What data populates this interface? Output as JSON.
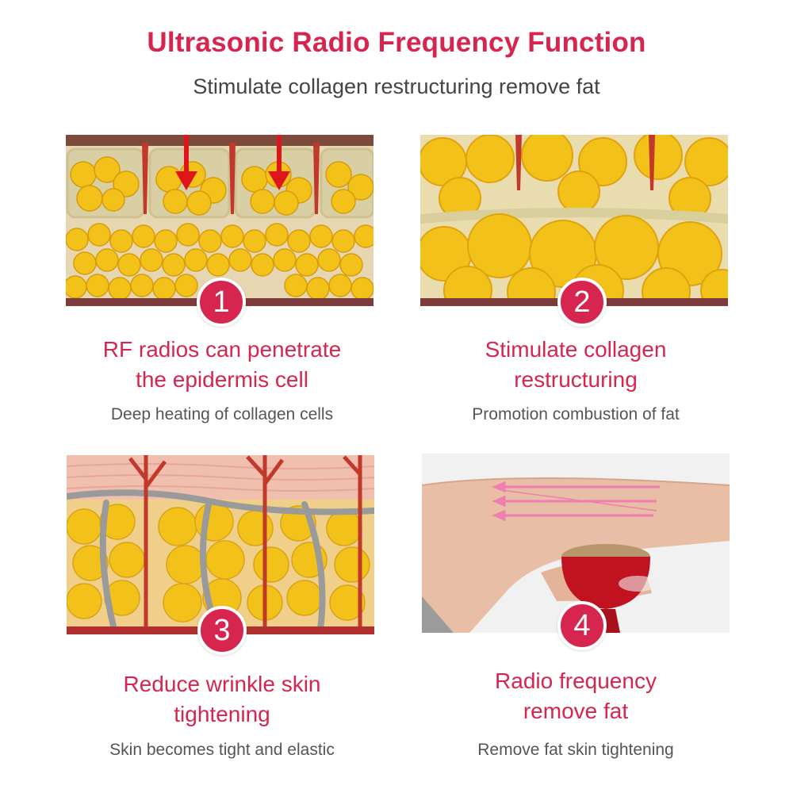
{
  "header": {
    "title": "Ultrasonic Radio Frequency Function",
    "subtitle": "Stimulate collagen restructuring remove fat"
  },
  "panels": [
    {
      "number": "1",
      "headline_line1": "RF radios can penetrate",
      "headline_line2": "the epidermis cell",
      "description": "Deep heating of collagen cells",
      "illustration": "fat-cells-with-arrows"
    },
    {
      "number": "2",
      "headline_line1": "Stimulate collagen",
      "headline_line2": "restructuring",
      "description": "Promotion combustion of fat",
      "illustration": "enlarged-fat-cells"
    },
    {
      "number": "3",
      "headline_line1": "Reduce wrinkle skin",
      "headline_line2": "tightening",
      "description": "Skin becomes tight and elastic",
      "illustration": "skin-layer-cross-section"
    },
    {
      "number": "4",
      "headline_line1": "Radio frequency",
      "headline_line2": "remove fat",
      "description": "Remove fat skin tightening",
      "illustration": "device-on-arm"
    }
  ],
  "colors": {
    "accent": "#d6264f",
    "fat": "#f2c21b",
    "skin": "#f1bfae"
  }
}
